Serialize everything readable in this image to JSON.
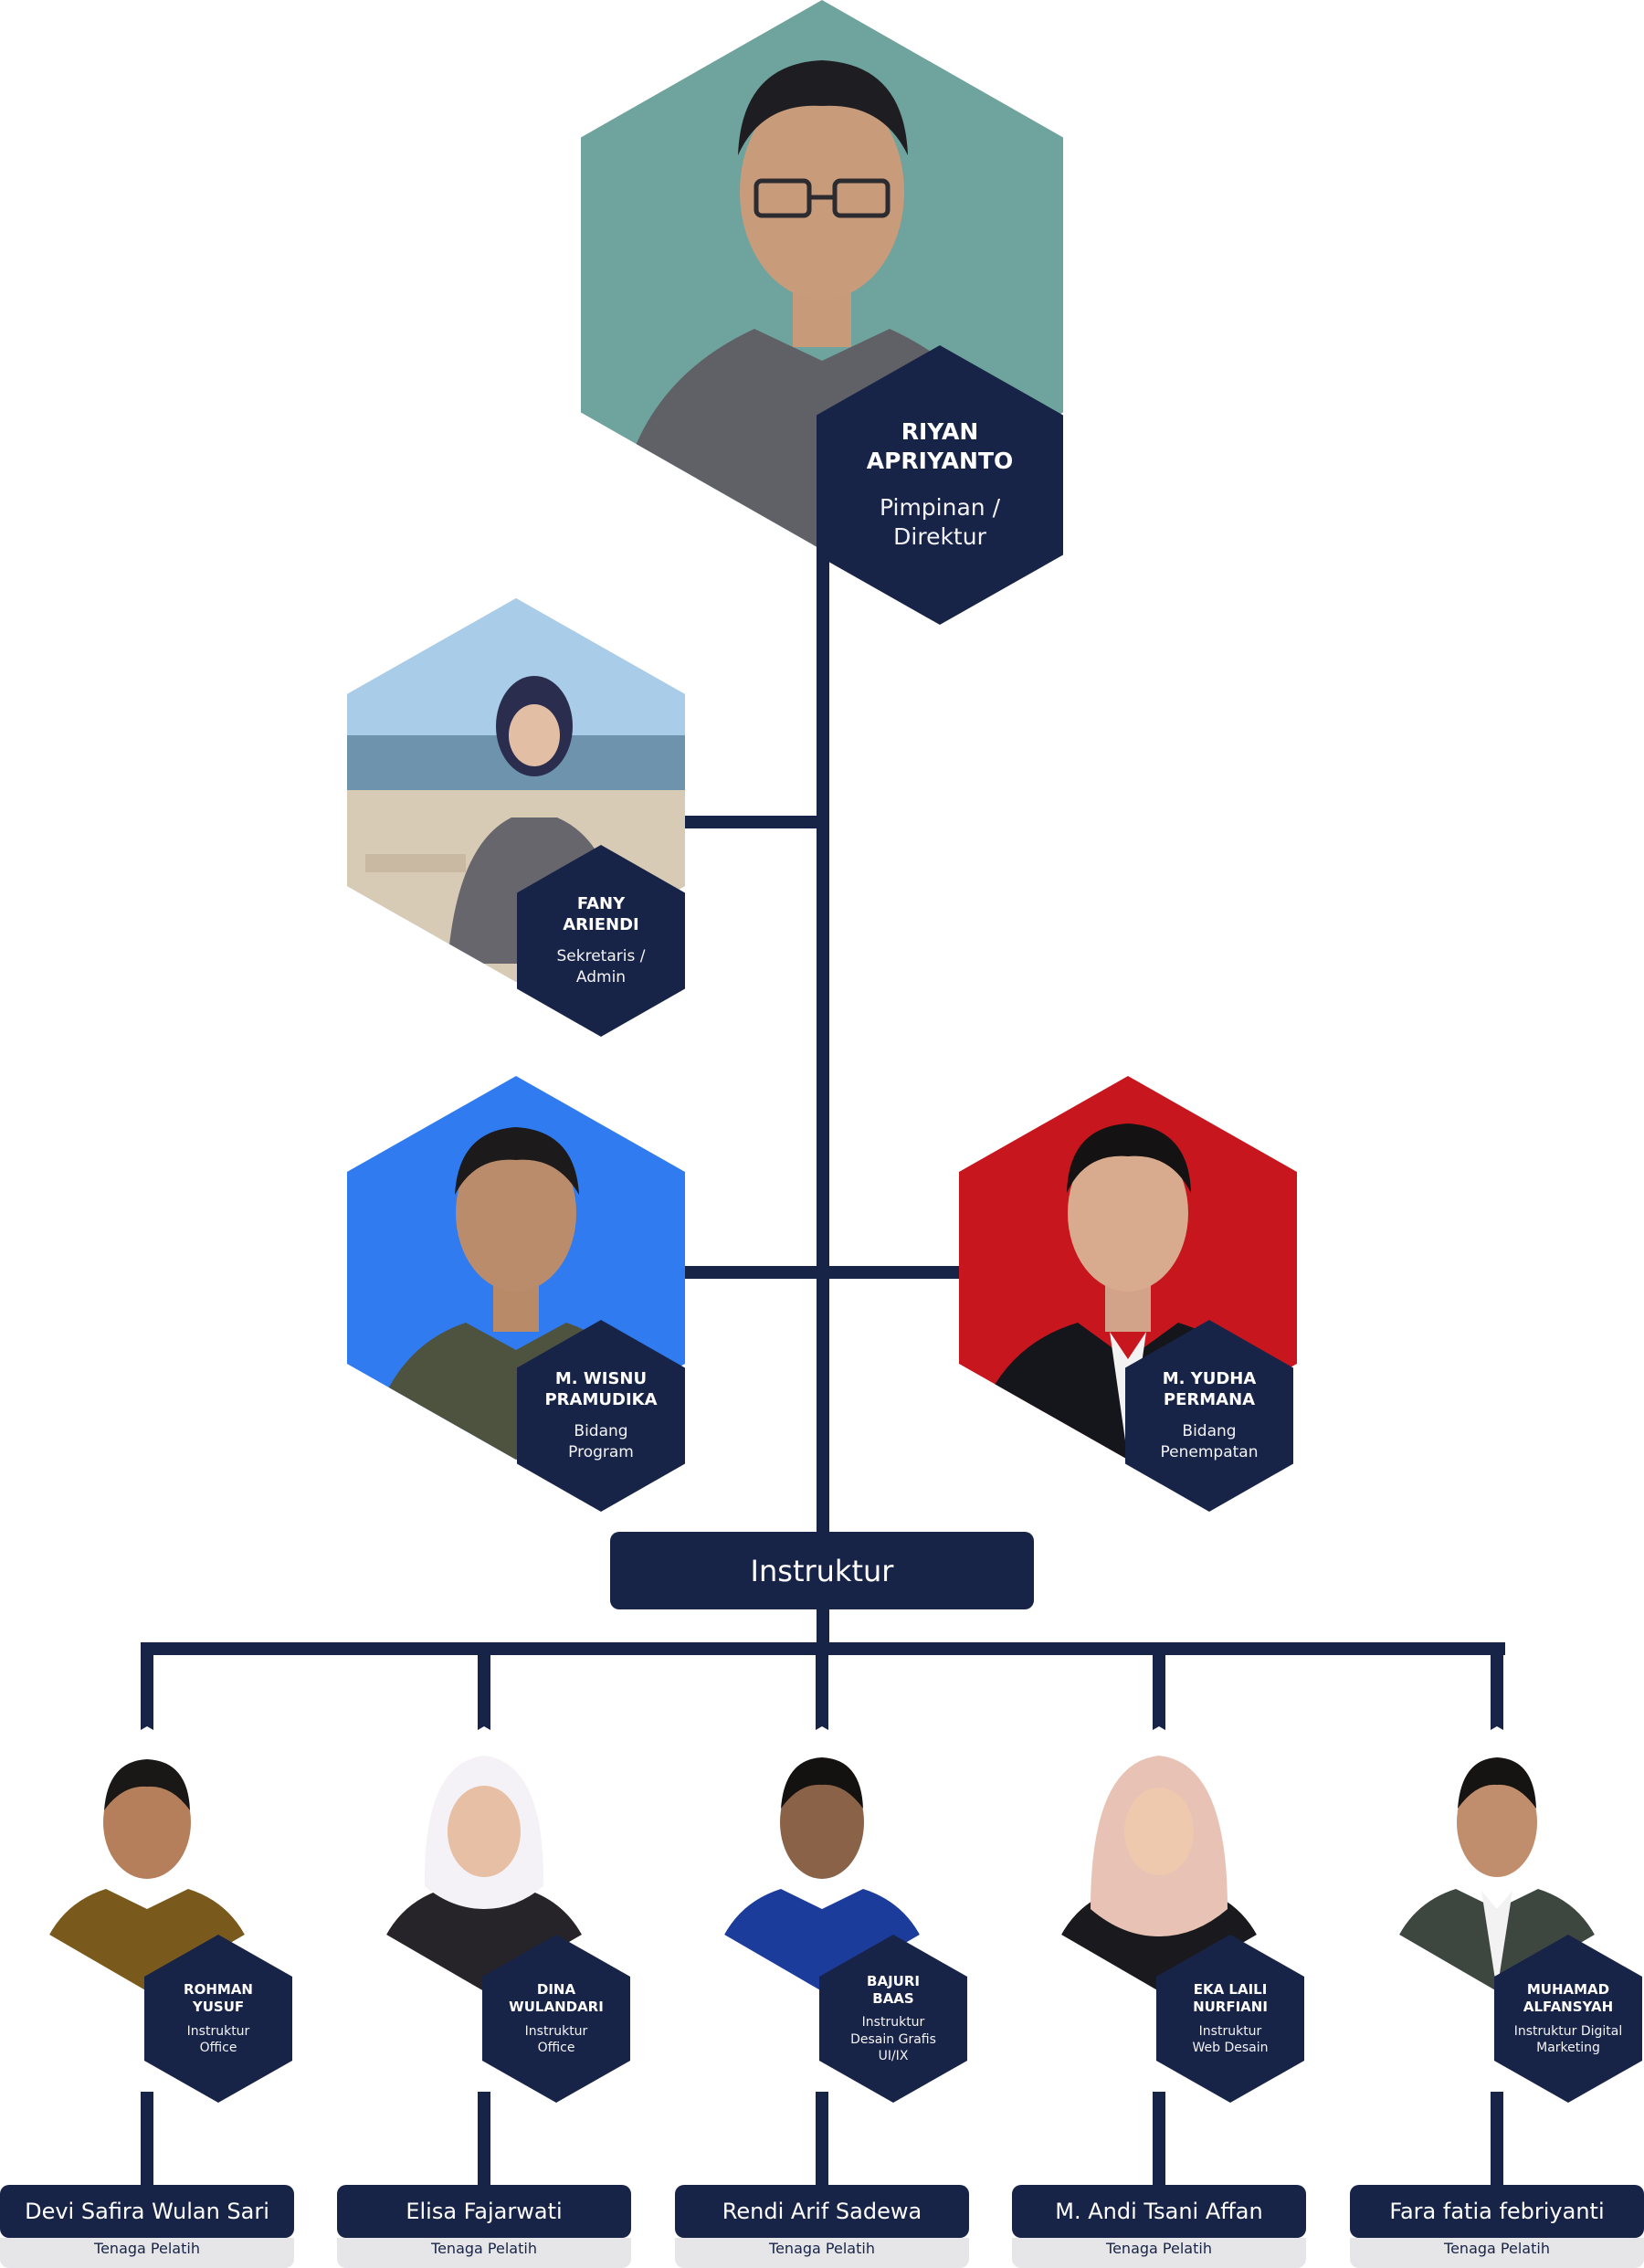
{
  "leader": {
    "name": "RIYAN APRIYANTO",
    "role": "Pimpinan / Direktur"
  },
  "secretary": {
    "name": "FANY ARIENDI",
    "role": "Sekretaris / Admin"
  },
  "divisions": [
    {
      "name": "M. WISNU PRAMUDIKA",
      "role": "Bidang Program"
    },
    {
      "name": "M. YUDHA PERMANA",
      "role": "Bidang Penempatan"
    }
  ],
  "instructor_header": "Instruktur",
  "instructors": [
    {
      "name": "ROHMAN YUSUF",
      "role": "Instruktur Office",
      "trainer": "Devi Safira Wulan Sari",
      "trainer_role": "Tenaga Pelatih"
    },
    {
      "name": "DINA WULANDARI",
      "role": "Instruktur Office",
      "trainer": "Elisa Fajarwati",
      "trainer_role": "Tenaga Pelatih"
    },
    {
      "name": "BAJURI BAAS",
      "role": "Instruktur Desain Grafis UI/IX",
      "trainer": "Rendi Arif Sadewa",
      "trainer_role": "Tenaga Pelatih"
    },
    {
      "name": "EKA LAILI NURFIANI",
      "role": "Instruktur Web Desain",
      "trainer": "M. Andi Tsani Affan",
      "trainer_role": "Tenaga Pelatih"
    },
    {
      "name": "MUHAMAD ALFANSYAH",
      "role": "Instruktur Digital Marketing",
      "trainer": "Fara fatia febriyanti",
      "trainer_role": "Tenaga Pelatih"
    }
  ],
  "colors": {
    "navy": "#182447",
    "leader_bg": "#6fa39d",
    "wisnu_bg": "#2f7bef",
    "yudha_bg": "#c8161e",
    "label_bg": "#e6e6e8"
  }
}
